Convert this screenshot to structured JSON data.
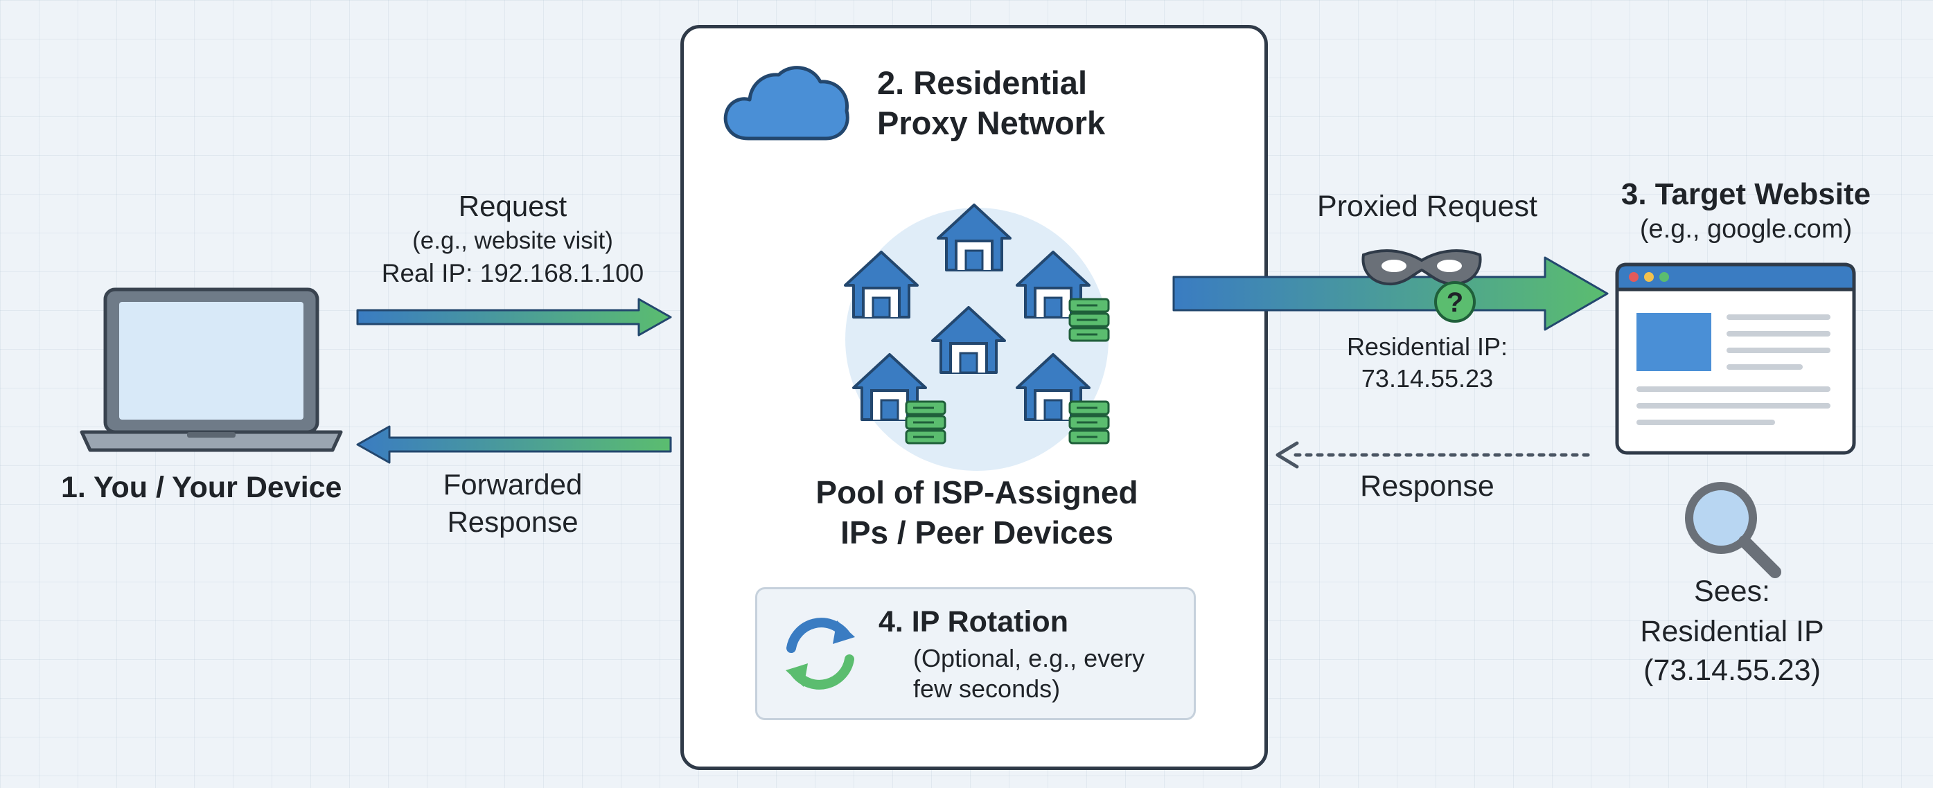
{
  "device": {
    "label": "1. You / Your Device",
    "icon": "laptop-icon"
  },
  "request": {
    "title": "Request",
    "detail": "(e.g., website visit)",
    "real_ip": "Real IP: 192.168.1.100"
  },
  "forwarded": {
    "line1": "Forwarded",
    "line2": "Response"
  },
  "proxy": {
    "title_line1": "2. Residential",
    "title_line2": "Proxy Network",
    "icon": "cloud-icon",
    "pool_line1": "Pool of ISP-Assigned",
    "pool_line2": "IPs / Peer Devices"
  },
  "rotation": {
    "title": "4. IP Rotation",
    "detail_line1": "(Optional, e.g., every",
    "detail_line2": "few seconds)",
    "icon": "refresh-icon"
  },
  "proxied": {
    "title": "Proxied Request",
    "ip_label": "Residential IP:",
    "ip_value": "73.14.55.23",
    "icon": "mask-icon"
  },
  "response": {
    "label": "Response"
  },
  "target": {
    "title": "3. Target Website",
    "subtitle": "(e.g., google.com)",
    "icon": "browser-window-icon"
  },
  "sees": {
    "line1": "Sees:",
    "line2": "Residential IP",
    "line3": "(73.14.55.23)",
    "icon": "magnifier-icon"
  },
  "colors": {
    "blue": "#3a7cc2",
    "green": "#5bbd6f",
    "dark": "#2f3a48",
    "light_blue": "#9cc8ee"
  }
}
